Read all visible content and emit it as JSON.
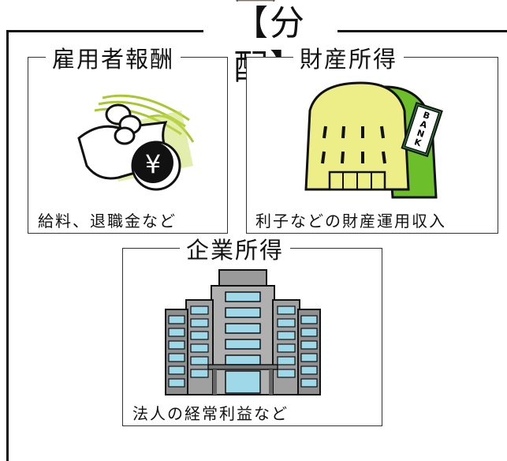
{
  "title": "【分配】",
  "boxes": {
    "wages": {
      "title": "雇用者報酬",
      "caption": "給料、退職金など",
      "icon": "yen-money-icon"
    },
    "property": {
      "title": "財産所得",
      "caption": "利子などの財産運用収入",
      "icon": "bank-icon",
      "sign": "BANK"
    },
    "corporate": {
      "title": "企業所得",
      "caption": "法人の経常利益など",
      "icon": "office-building-icon"
    }
  },
  "colors": {
    "bank_green": "#6cbf2a",
    "bank_yellow": "#eeee88",
    "building_blue": "#9fd8e8",
    "building_grey": "#9a9a9a",
    "wave_green": "#a8c832"
  }
}
